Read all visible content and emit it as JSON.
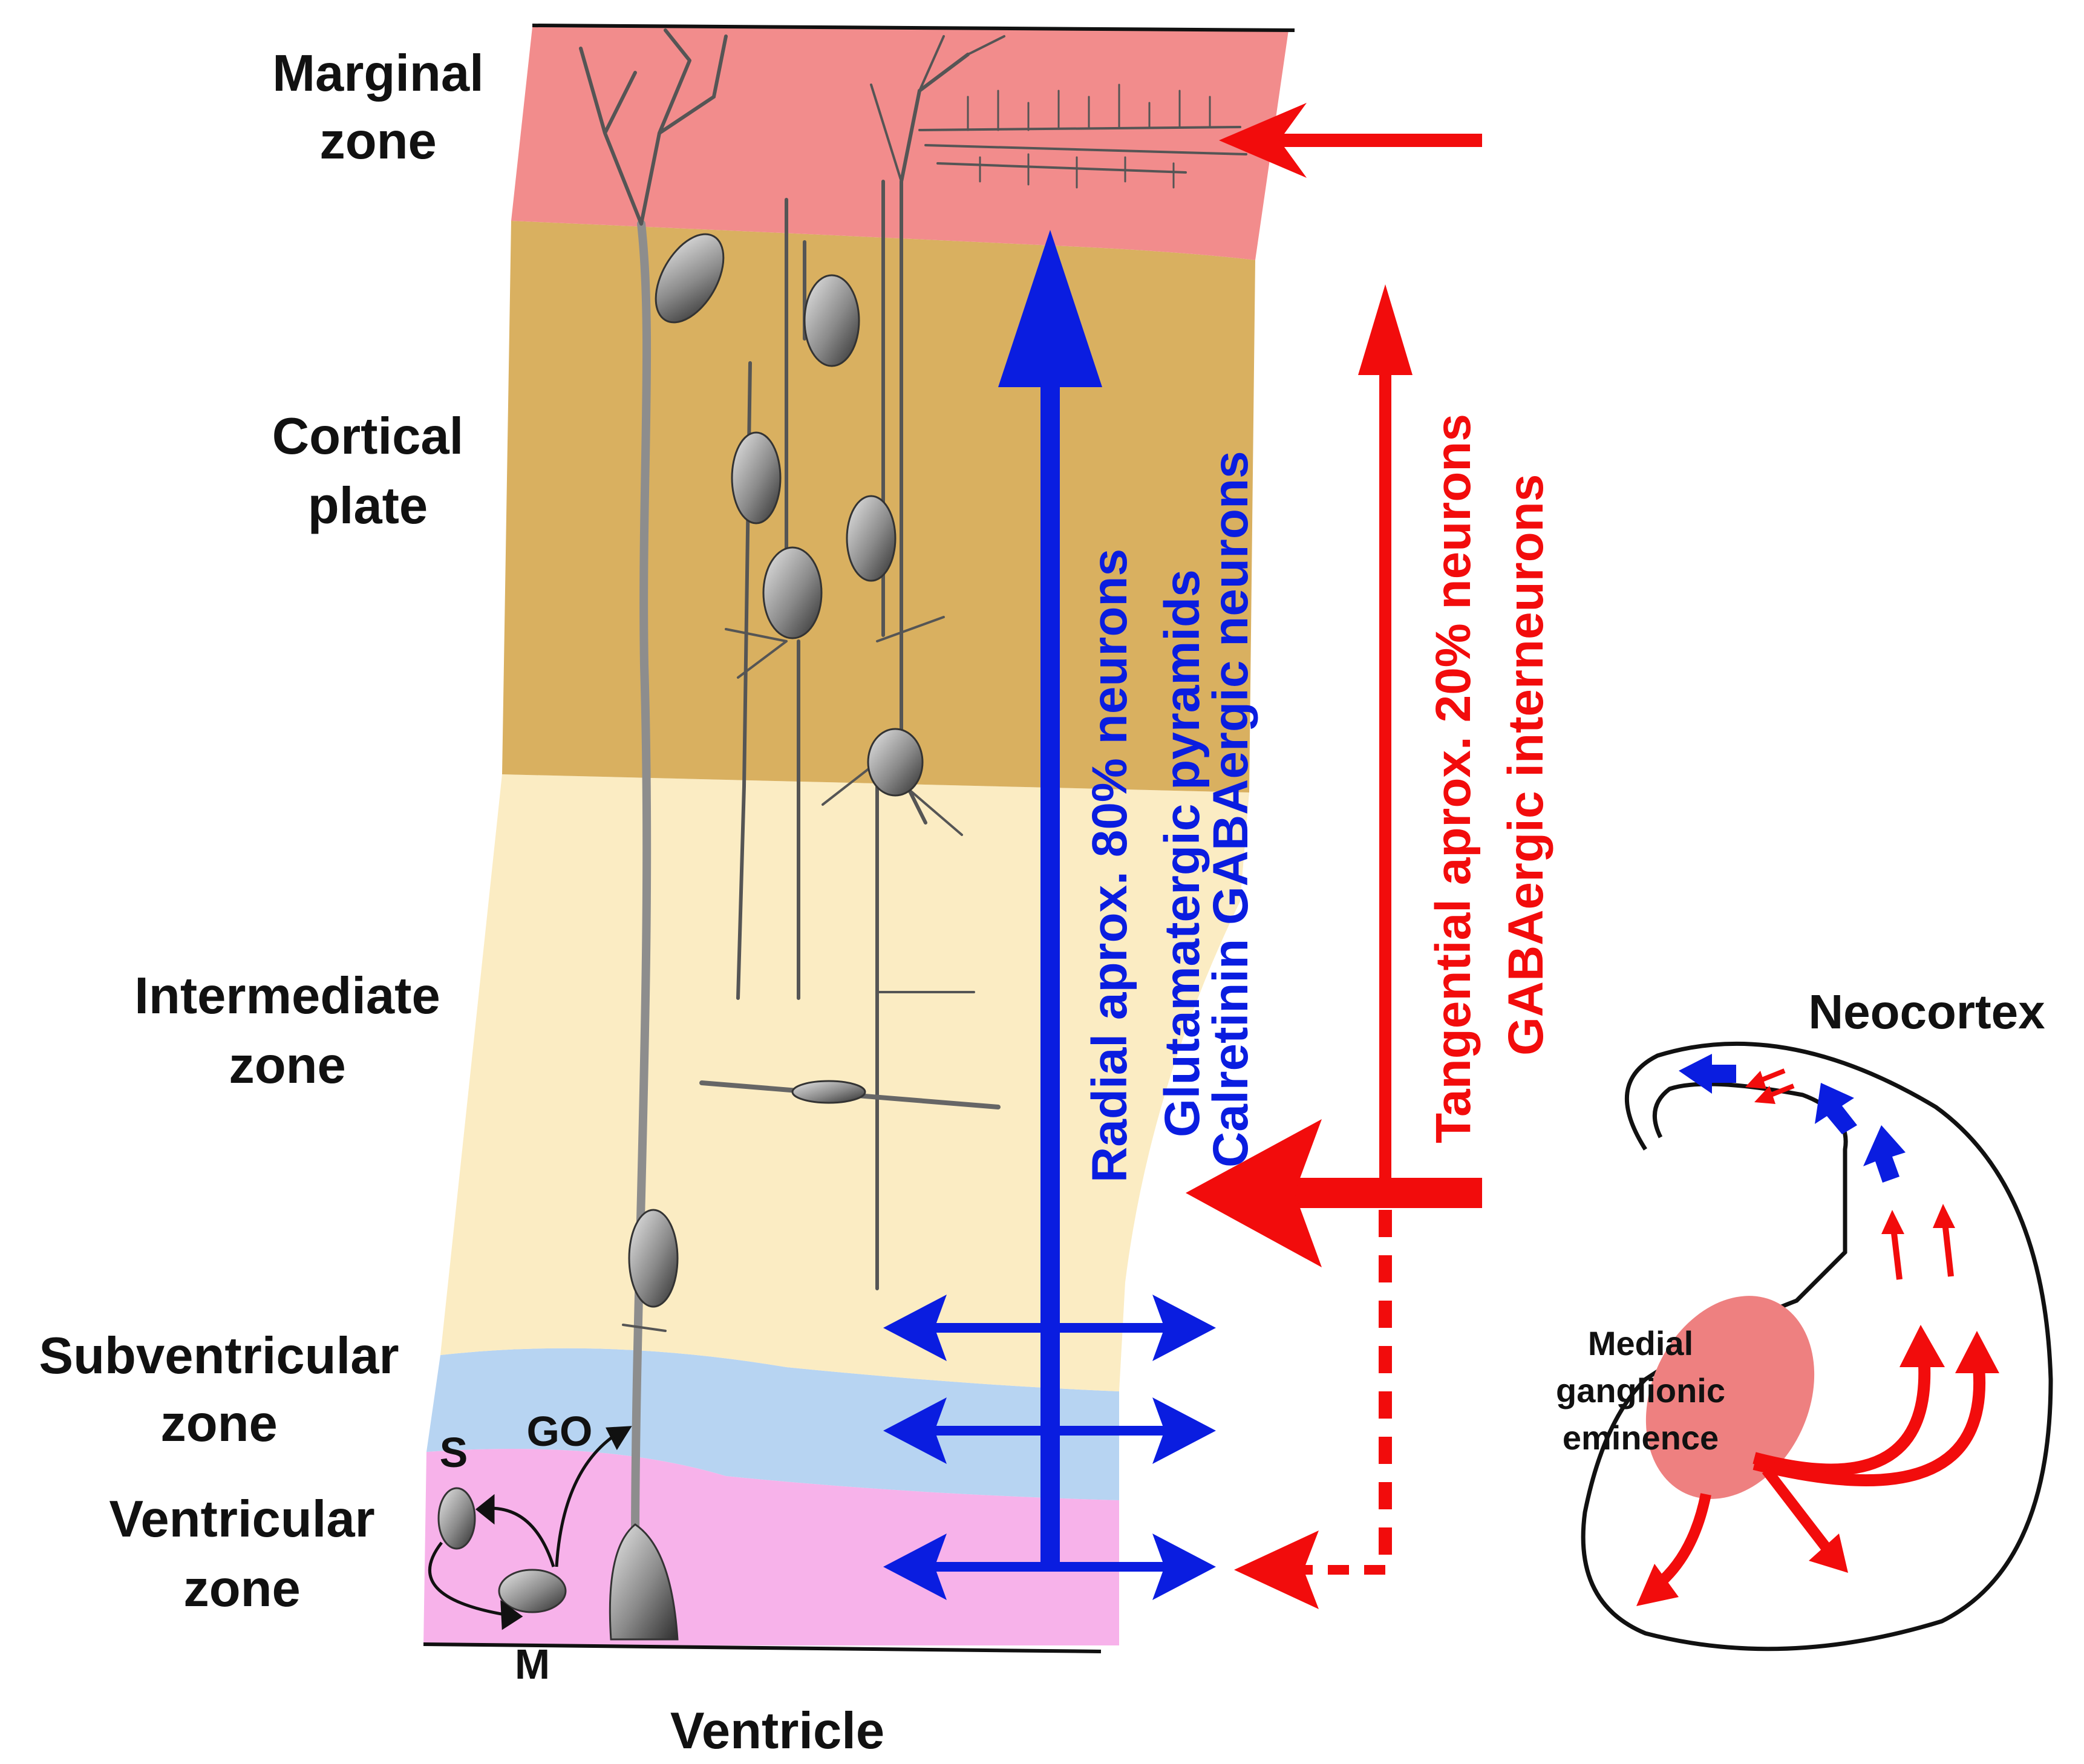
{
  "zones": {
    "marginal": [
      "Marginal",
      "zone"
    ],
    "cortical_plate": [
      "Cortical",
      "plate"
    ],
    "intermediate": [
      "Intermediate",
      "zone"
    ],
    "subventricular": [
      "Subventricular",
      "zone"
    ],
    "ventricular": [
      "Ventricular",
      "zone"
    ]
  },
  "bottom_label": "Ventricle",
  "cell_labels": {
    "s": "S",
    "go": "GO",
    "m": "M"
  },
  "radial": {
    "line1": "Radial aprox. 80% neurons",
    "line2": "Glutamatergic pyramids",
    "line3": "Calretinin GABAergic neurons"
  },
  "tangential": {
    "line1": "Tangential aprox. 20% neurons",
    "line2": "GABAergic interneurons"
  },
  "inset": {
    "title": "Neocortex",
    "eminence": [
      "Medial",
      "ganglionic",
      "eminence"
    ]
  },
  "colors": {
    "marginal": "#f28c8c",
    "cortical_plate": "#d9b060",
    "intermediate": "#fbecc3",
    "subventricular": "#b7d4f2",
    "ventricular": "#f7b2ea",
    "radial": "#0a1de0",
    "tangential": "#f20c0c",
    "eminence": "#ee8080"
  }
}
